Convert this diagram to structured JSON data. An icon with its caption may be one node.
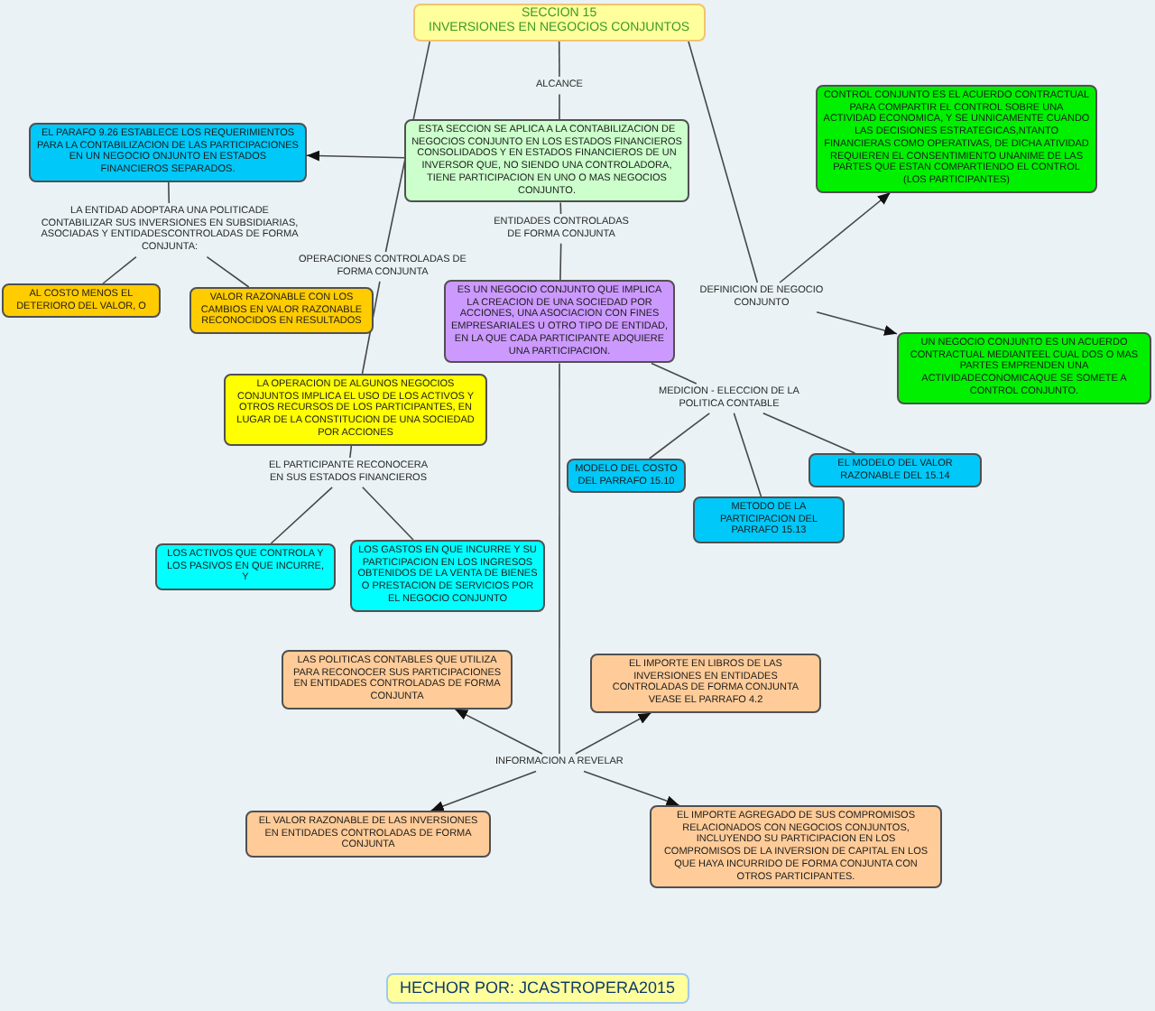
{
  "diagram": {
    "nodes": [
      {
        "text": [
          "SECCION 15",
          "INVERSIONES EN NEGOCIOS CONJUNTOS"
        ]
      },
      {
        "text": [
          "ALCANCE"
        ]
      },
      {
        "text": [
          "CONTROL CONJUNTO ES EL ACUERDO CONTRACTUAL PARA COMPARTIR EL CONTROL SOBRE UNA ACTIVIDAD ECONOMICA, Y SE UNNICAMENTE CUANDO LAS DECISIONES ESTRATEGICAS,NTANTO FINANCIERAS COMO OPERATIVAS, DE DICHA ATIVIDAD REQUIEREN EL CONSENTIMIENTO UNANIME DE LAS PARTES QUE ESTAN COMPARTIENDO EL CONTROL (LOS PARTICIPANTES)"
        ]
      },
      {
        "text": [
          "EL PARAFO 9.26 ESTABLECE LOS REQUERIMIENTOS PARA LA CONTABILIZACION DE LAS PARTICIPACIONES EN UN NEGOCIO ONJUNTO EN ESTADOS FINANCIEROS SEPARADOS."
        ]
      },
      {
        "text": [
          "ESTA SECCION SE APLICA A LA CONTABILIZACION DE NEGOCIOS CONJUNTO EN LOS ESTADOS FINANCIEROS CONSOLIDADOS Y EN ESTADOS FINANCIEROS DE UN INVERSOR QUE, NO SIENDO UNA CONTROLADORA, TIENE PARTICIPACION EN UNO O MAS NEGOCIOS CONJUNTO."
        ]
      },
      {
        "text": [
          "LA ENTIDAD ADOPTARA UNA POLITICADE CONTABILIZAR SUS INVERSIONES EN SUBSIDIARIAS, ASOCIADAS Y ENTIDADESCONTROLADAS DE FORMA CONJUNTA:"
        ]
      },
      {
        "text": [
          "ENTIDADES CONTROLADAS DE FORMA CONJUNTA"
        ]
      },
      {
        "text": [
          "OPERACIONES CONTROLADAS DE FORMA CONJUNTA"
        ]
      },
      {
        "text": [
          "DEFINICION DE NEGOCIO CONJUNTO"
        ]
      },
      {
        "text": [
          "AL COSTO MENOS EL DETERIORO DEL VALOR, O"
        ]
      },
      {
        "text": [
          "VALOR RAZONABLE CON LOS CAMBIOS EN VALOR RAZONABLE RECONOCIDOS EN RESULTADOS"
        ]
      },
      {
        "text": [
          "ES UN NEGOCIO CONJUNTO QUE IMPLICA LA CREACION DE UNA SOCIEDAD POR ACCIONES, UNA ASOCIACION CON FINES EMPRESARIALES U OTRO TIPO DE ENTIDAD, EN LA QUE CADA PARTICIPANTE ADQUIERE UNA PARTICIPACION."
        ]
      },
      {
        "text": [
          "UN NEGOCIO CONJUNTO ES UN ACUERDO CONTRACTUAL MEDIANTEEL CUAL DOS O MAS PARTES EMPRENDEN UNA ACTIVIDADECONOMICAQUE SE SOMETE A CONTROL CONJUNTO."
        ]
      },
      {
        "text": [
          "LA OPERACION DE ALGUNOS NEGOCIOS CONJUNTOS IMPLICA EL USO DE LOS ACTIVOS Y OTROS RECURSOS DE LOS PARTICIPANTES, EN LUGAR DE LA CONSTITUCION DE UNA SOCIEDAD POR ACCIONES"
        ]
      },
      {
        "text": [
          "MEDICION - ELECCION DE LA POLITICA CONTABLE"
        ]
      },
      {
        "text": [
          "MODELO DEL COSTO DEL PARRAFO 15.10"
        ]
      },
      {
        "text": [
          "EL MODELO DEL VALOR RAZONABLE DEL 15.14"
        ]
      },
      {
        "text": [
          "EL PARTICIPANTE RECONOCERA EN SUS ESTADOS FINANCIEROS"
        ]
      },
      {
        "text": [
          "METODO DE LA PARTICIPACION DEL PARRAFO 15.13"
        ]
      },
      {
        "text": [
          "LOS ACTIVOS QUE CONTROLA Y LOS PASIVOS EN QUE INCURRE, Y"
        ]
      },
      {
        "text": [
          "LOS GASTOS EN QUE INCURRE Y SU PARTICIPACION EN LOS INGRESOS OBTENIDOS DE LA VENTA DE BIENES O PRESTACION DE SERVICIOS POR EL NEGOCIO CONJUNTO"
        ]
      },
      {
        "text": [
          "LAS POLITICAS CONTABLES QUE UTILIZA PARA RECONOCER SUS PARTICIPACIONES EN ENTIDADES CONTROLADAS DE FORMA CONJUNTA"
        ]
      },
      {
        "text": [
          "EL IMPORTE EN LIBROS DE LAS INVERSIONES EN ENTIDADES CONTROLADAS DE FORMA CONJUNTA VEASE EL PARRAFO 4.2"
        ]
      },
      {
        "text": [
          "INFORMACION A REVELAR"
        ]
      },
      {
        "text": [
          "EL VALOR RAZONABLE DE LAS INVERSIONES EN ENTIDADES CONTROLADAS DE FORMA CONJUNTA"
        ]
      },
      {
        "text": [
          "EL IMPORTE AGREGADO DE SUS COMPROMISOS RELACIONADOS CON NEGOCIOS CONJUNTOS, INCLUYENDO SU PARTICIPACION EN LOS COMPROMISOS DE LA INVERSION DE CAPITAL EN LOS QUE HAYA INCURRIDO DE FORMA CONJUNTA CON OTROS PARTICIPANTES."
        ]
      },
      {
        "text": [
          "HECHOR POR: JCASTROPERA2015"
        ]
      }
    ],
    "edges": [
      {
        "from": 0,
        "to": 1,
        "arrow": "none"
      },
      {
        "from": 1,
        "to": 4,
        "arrow": "none"
      },
      {
        "from": 0,
        "to": 7,
        "arrow": "none"
      },
      {
        "from": 7,
        "to": 13,
        "arrow": "none"
      },
      {
        "from": 0,
        "to": 8,
        "arrow": "none"
      },
      {
        "from": 8,
        "to": 2,
        "arrow": "to"
      },
      {
        "from": 8,
        "to": 12,
        "arrow": "to"
      },
      {
        "from": 4,
        "to": 3,
        "arrow": "to"
      },
      {
        "from": 3,
        "to": 5,
        "arrow": "none"
      },
      {
        "from": 5,
        "to": 9,
        "arrow": "none"
      },
      {
        "from": 5,
        "to": 10,
        "arrow": "none"
      },
      {
        "from": 4,
        "to": 6,
        "arrow": "none"
      },
      {
        "from": 6,
        "to": 11,
        "arrow": "none"
      },
      {
        "from": 11,
        "to": 14,
        "arrow": "none"
      },
      {
        "from": 14,
        "to": 15,
        "arrow": "none"
      },
      {
        "from": 14,
        "to": 18,
        "arrow": "none"
      },
      {
        "from": 14,
        "to": 16,
        "arrow": "none"
      },
      {
        "from": 13,
        "to": 17,
        "arrow": "none"
      },
      {
        "from": 17,
        "to": 19,
        "arrow": "none"
      },
      {
        "from": 17,
        "to": 20,
        "arrow": "none"
      },
      {
        "from": 11,
        "to": 23,
        "arrow": "none"
      },
      {
        "from": 23,
        "to": 21,
        "arrow": "to"
      },
      {
        "from": 23,
        "to": 22,
        "arrow": "to"
      },
      {
        "from": 23,
        "to": 24,
        "arrow": "to"
      },
      {
        "from": 23,
        "to": 25,
        "arrow": "to"
      }
    ]
  }
}
